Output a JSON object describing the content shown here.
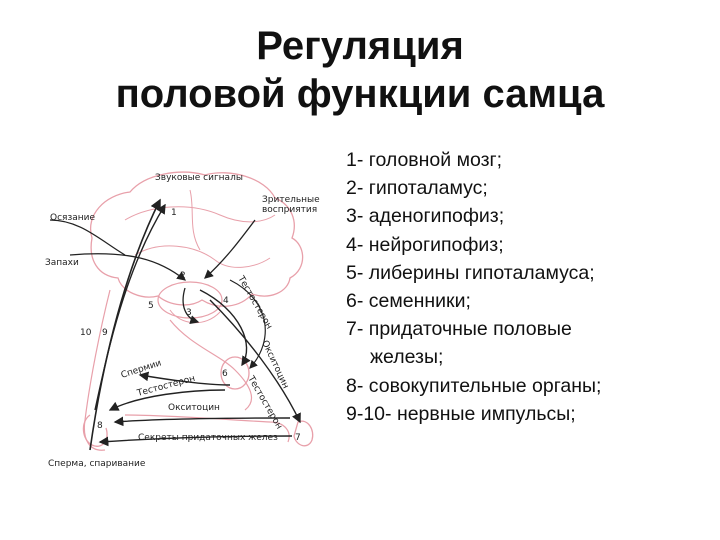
{
  "title": {
    "line1": "Регуляция",
    "line2": "половой функции самца"
  },
  "legend": [
    "1- головной мозг;",
    "2- гипоталамус;",
    "3- аденогипофиз;",
    "4- нейрогипофиз;",
    "5- либерины гипоталамуса;",
    "6- семенники;",
    "7- придаточные половые",
    "железы;",
    "8- совокупительные органы;",
    "9-10- нервные импульсы;"
  ],
  "diagram": {
    "labels": {
      "sound": "Звуковые сигналы",
      "visual1": "Зрительные",
      "visual2": "восприятия",
      "touch": "Осязание",
      "smell": "Запахи",
      "testosterone_top": "Тестостерон",
      "oxytocin_right": "Окситоцин",
      "testosterone_right": "Тестостерон",
      "sperm_lower": "Спермии",
      "testosterone_lower": "Тестостерон",
      "oxytocin_lower": "Окситоцин",
      "secrets": "Секреты придаточных желез",
      "sperm_out": "Сперма, спаривание"
    },
    "numbers": [
      "1",
      "2",
      "3",
      "4",
      "5",
      "6",
      "7",
      "8",
      "9",
      "10"
    ],
    "colors": {
      "outline": "#e8a0aa",
      "arrow": "#222222"
    }
  }
}
